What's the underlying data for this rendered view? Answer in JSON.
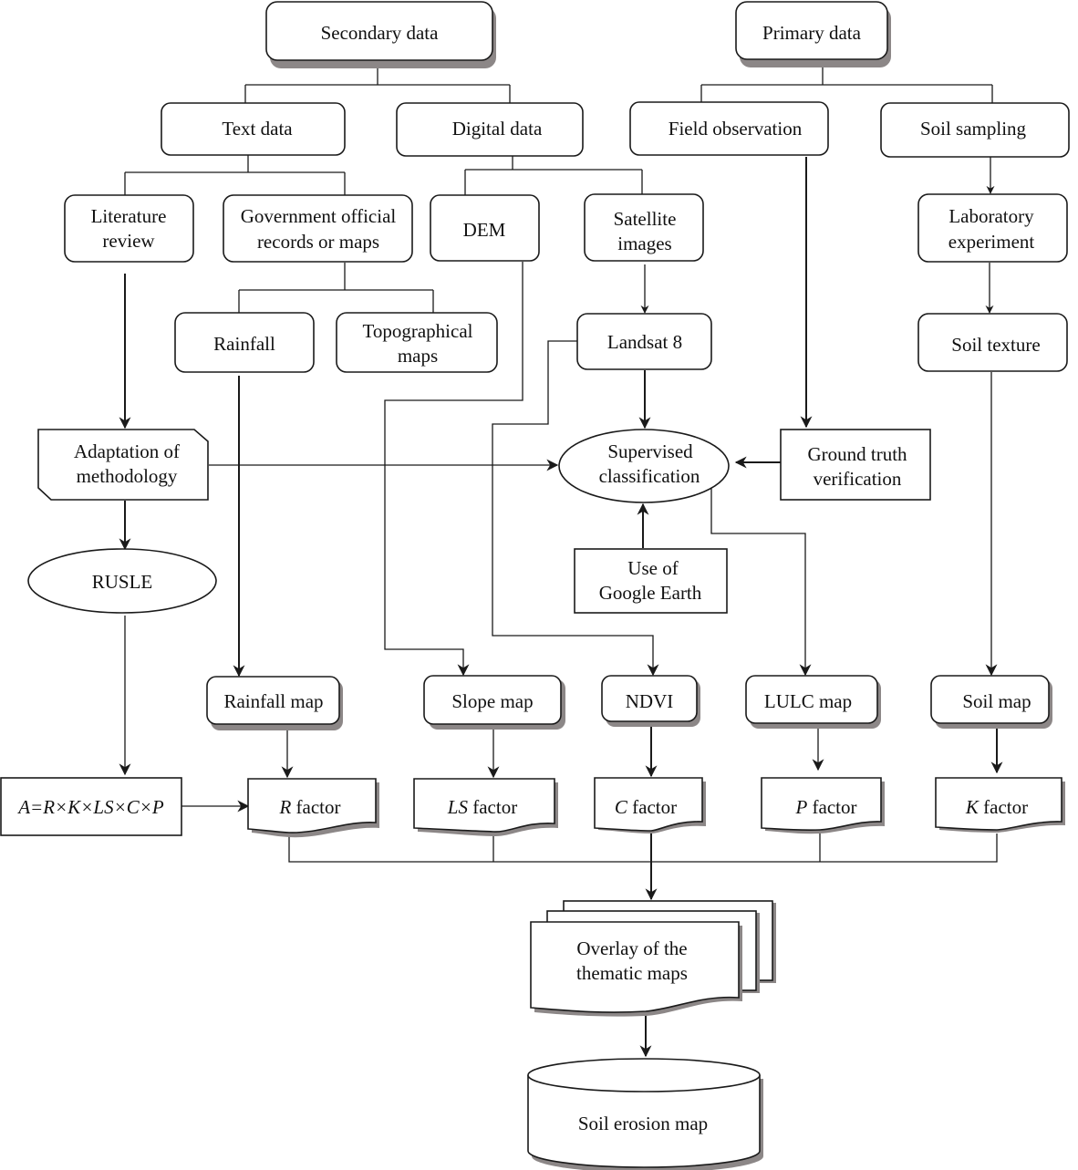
{
  "diagram": {
    "nodes": {
      "secondary_data": "Secondary data",
      "primary_data": "Primary data",
      "text_data": "Text data",
      "digital_data": "Digital data",
      "field_observation": "Field observation",
      "soil_sampling": "Soil sampling",
      "literature_review": [
        "Literature",
        "review"
      ],
      "gov_records": [
        "Government official",
        "records or maps"
      ],
      "dem": "DEM",
      "satellite_images": [
        "Satellite",
        "images"
      ],
      "laboratory_experiment": [
        "Laboratory",
        "experiment"
      ],
      "rainfall": "Rainfall",
      "topographical_maps": [
        "Topographical",
        "maps"
      ],
      "landsat8": "Landsat 8",
      "soil_texture": "Soil texture",
      "adaptation": [
        "Adaptation of",
        "methodology"
      ],
      "supervised_classification": [
        "Supervised",
        "classification"
      ],
      "ground_truth": [
        "Ground truth",
        "verification"
      ],
      "rusle": "RUSLE",
      "google_earth": [
        "Use of",
        "Google Earth"
      ],
      "rainfall_map": "Rainfall map",
      "slope_map": "Slope map",
      "ndvi": "NDVI",
      "lulc_map": "LULC map",
      "soil_map": "Soil map",
      "equation": "A=R×K×LS×C×P",
      "r_factor": {
        "symbol": "R",
        "text": " factor"
      },
      "ls_factor": {
        "symbol": "LS",
        "text": " factor"
      },
      "c_factor": {
        "symbol": "C",
        "text": " factor"
      },
      "p_factor": {
        "symbol": "P",
        "text": " factor"
      },
      "k_factor": {
        "symbol": "K",
        "text": " factor"
      },
      "overlay": [
        "Overlay of the",
        "thematic maps"
      ],
      "soil_erosion_map": "Soil erosion map"
    },
    "edges": [
      [
        "secondary_data",
        "text_data"
      ],
      [
        "secondary_data",
        "digital_data"
      ],
      [
        "primary_data",
        "field_observation"
      ],
      [
        "primary_data",
        "soil_sampling"
      ],
      [
        "text_data",
        "literature_review"
      ],
      [
        "text_data",
        "gov_records"
      ],
      [
        "digital_data",
        "dem"
      ],
      [
        "digital_data",
        "satellite_images"
      ],
      [
        "soil_sampling",
        "laboratory_experiment"
      ],
      [
        "gov_records",
        "rainfall"
      ],
      [
        "gov_records",
        "topographical_maps"
      ],
      [
        "satellite_images",
        "landsat8"
      ],
      [
        "laboratory_experiment",
        "soil_texture"
      ],
      [
        "literature_review",
        "adaptation"
      ],
      [
        "adaptation",
        "supervised_classification"
      ],
      [
        "landsat8",
        "supervised_classification"
      ],
      [
        "field_observation",
        "ground_truth"
      ],
      [
        "ground_truth",
        "supervised_classification"
      ],
      [
        "google_earth",
        "supervised_classification"
      ],
      [
        "adaptation",
        "rusle"
      ],
      [
        "rusle",
        "equation"
      ],
      [
        "equation",
        "r_factor"
      ],
      [
        "rainfall",
        "rainfall_map"
      ],
      [
        "dem",
        "slope_map"
      ],
      [
        "landsat8",
        "ndvi"
      ],
      [
        "supervised_classification",
        "lulc_map"
      ],
      [
        "soil_texture",
        "soil_map"
      ],
      [
        "rainfall_map",
        "r_factor"
      ],
      [
        "slope_map",
        "ls_factor"
      ],
      [
        "ndvi",
        "c_factor"
      ],
      [
        "lulc_map",
        "p_factor"
      ],
      [
        "soil_map",
        "k_factor"
      ],
      [
        "r_factor",
        "overlay"
      ],
      [
        "ls_factor",
        "overlay"
      ],
      [
        "c_factor",
        "overlay"
      ],
      [
        "p_factor",
        "overlay"
      ],
      [
        "k_factor",
        "overlay"
      ],
      [
        "overlay",
        "soil_erosion_map"
      ]
    ]
  }
}
